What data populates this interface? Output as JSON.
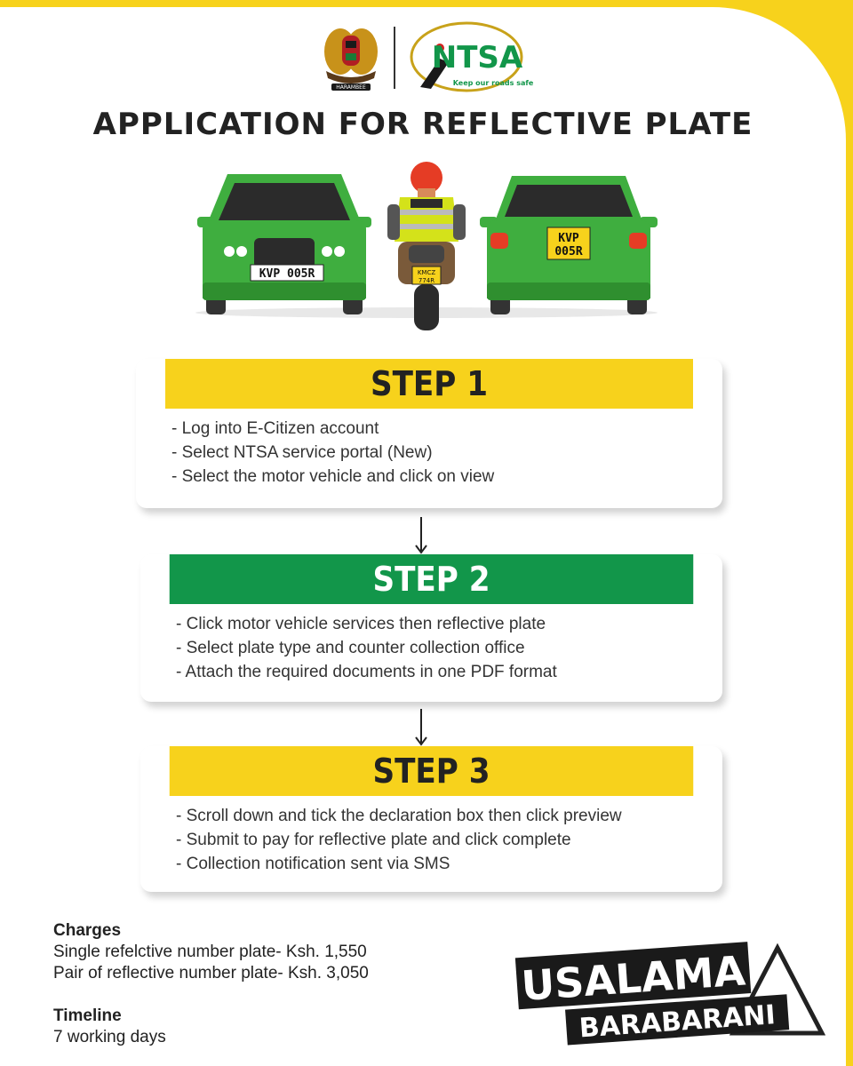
{
  "header": {
    "motto": "HARAMBEE",
    "ntsa_logo": "NTSA",
    "ntsa_tagline": "Keep our roads safe"
  },
  "title": "APPLICATION FOR REFLECTIVE PLATE",
  "illustration": {
    "front_plate": "KVP 005R",
    "rear_plate_top": "KVP",
    "rear_plate_bottom": "005R",
    "bike_plate_top": "KMCZ",
    "bike_plate_bottom": "774R"
  },
  "steps": [
    {
      "label": "STEP 1",
      "lines": [
        "- Log into E-Citizen account",
        "- Select NTSA service portal (New)",
        "- Select the motor vehicle and click on view"
      ]
    },
    {
      "label": "STEP 2",
      "lines": [
        "- Click motor vehicle services then reflective plate",
        "- Select plate type and counter collection office",
        "- Attach the required documents in one PDF format"
      ]
    },
    {
      "label": "STEP 3",
      "lines": [
        "- Scroll down and tick the declaration box then click preview",
        "- Submit to pay for reflective plate and click complete",
        "- Collection notification sent via SMS"
      ]
    }
  ],
  "charges": {
    "heading": "Charges",
    "single": "Single refelctive number plate- Ksh. 1,550",
    "pair": "Pair of reflective number plate- Ksh. 3,050"
  },
  "timeline": {
    "heading": "Timeline",
    "value": "7 working days"
  },
  "badge": {
    "line1": "USALAMA",
    "line2": "BARABARANI"
  },
  "colors": {
    "brand_yellow": "#f7d21c",
    "brand_green": "#12964a",
    "car_green": "#3fae3f"
  }
}
